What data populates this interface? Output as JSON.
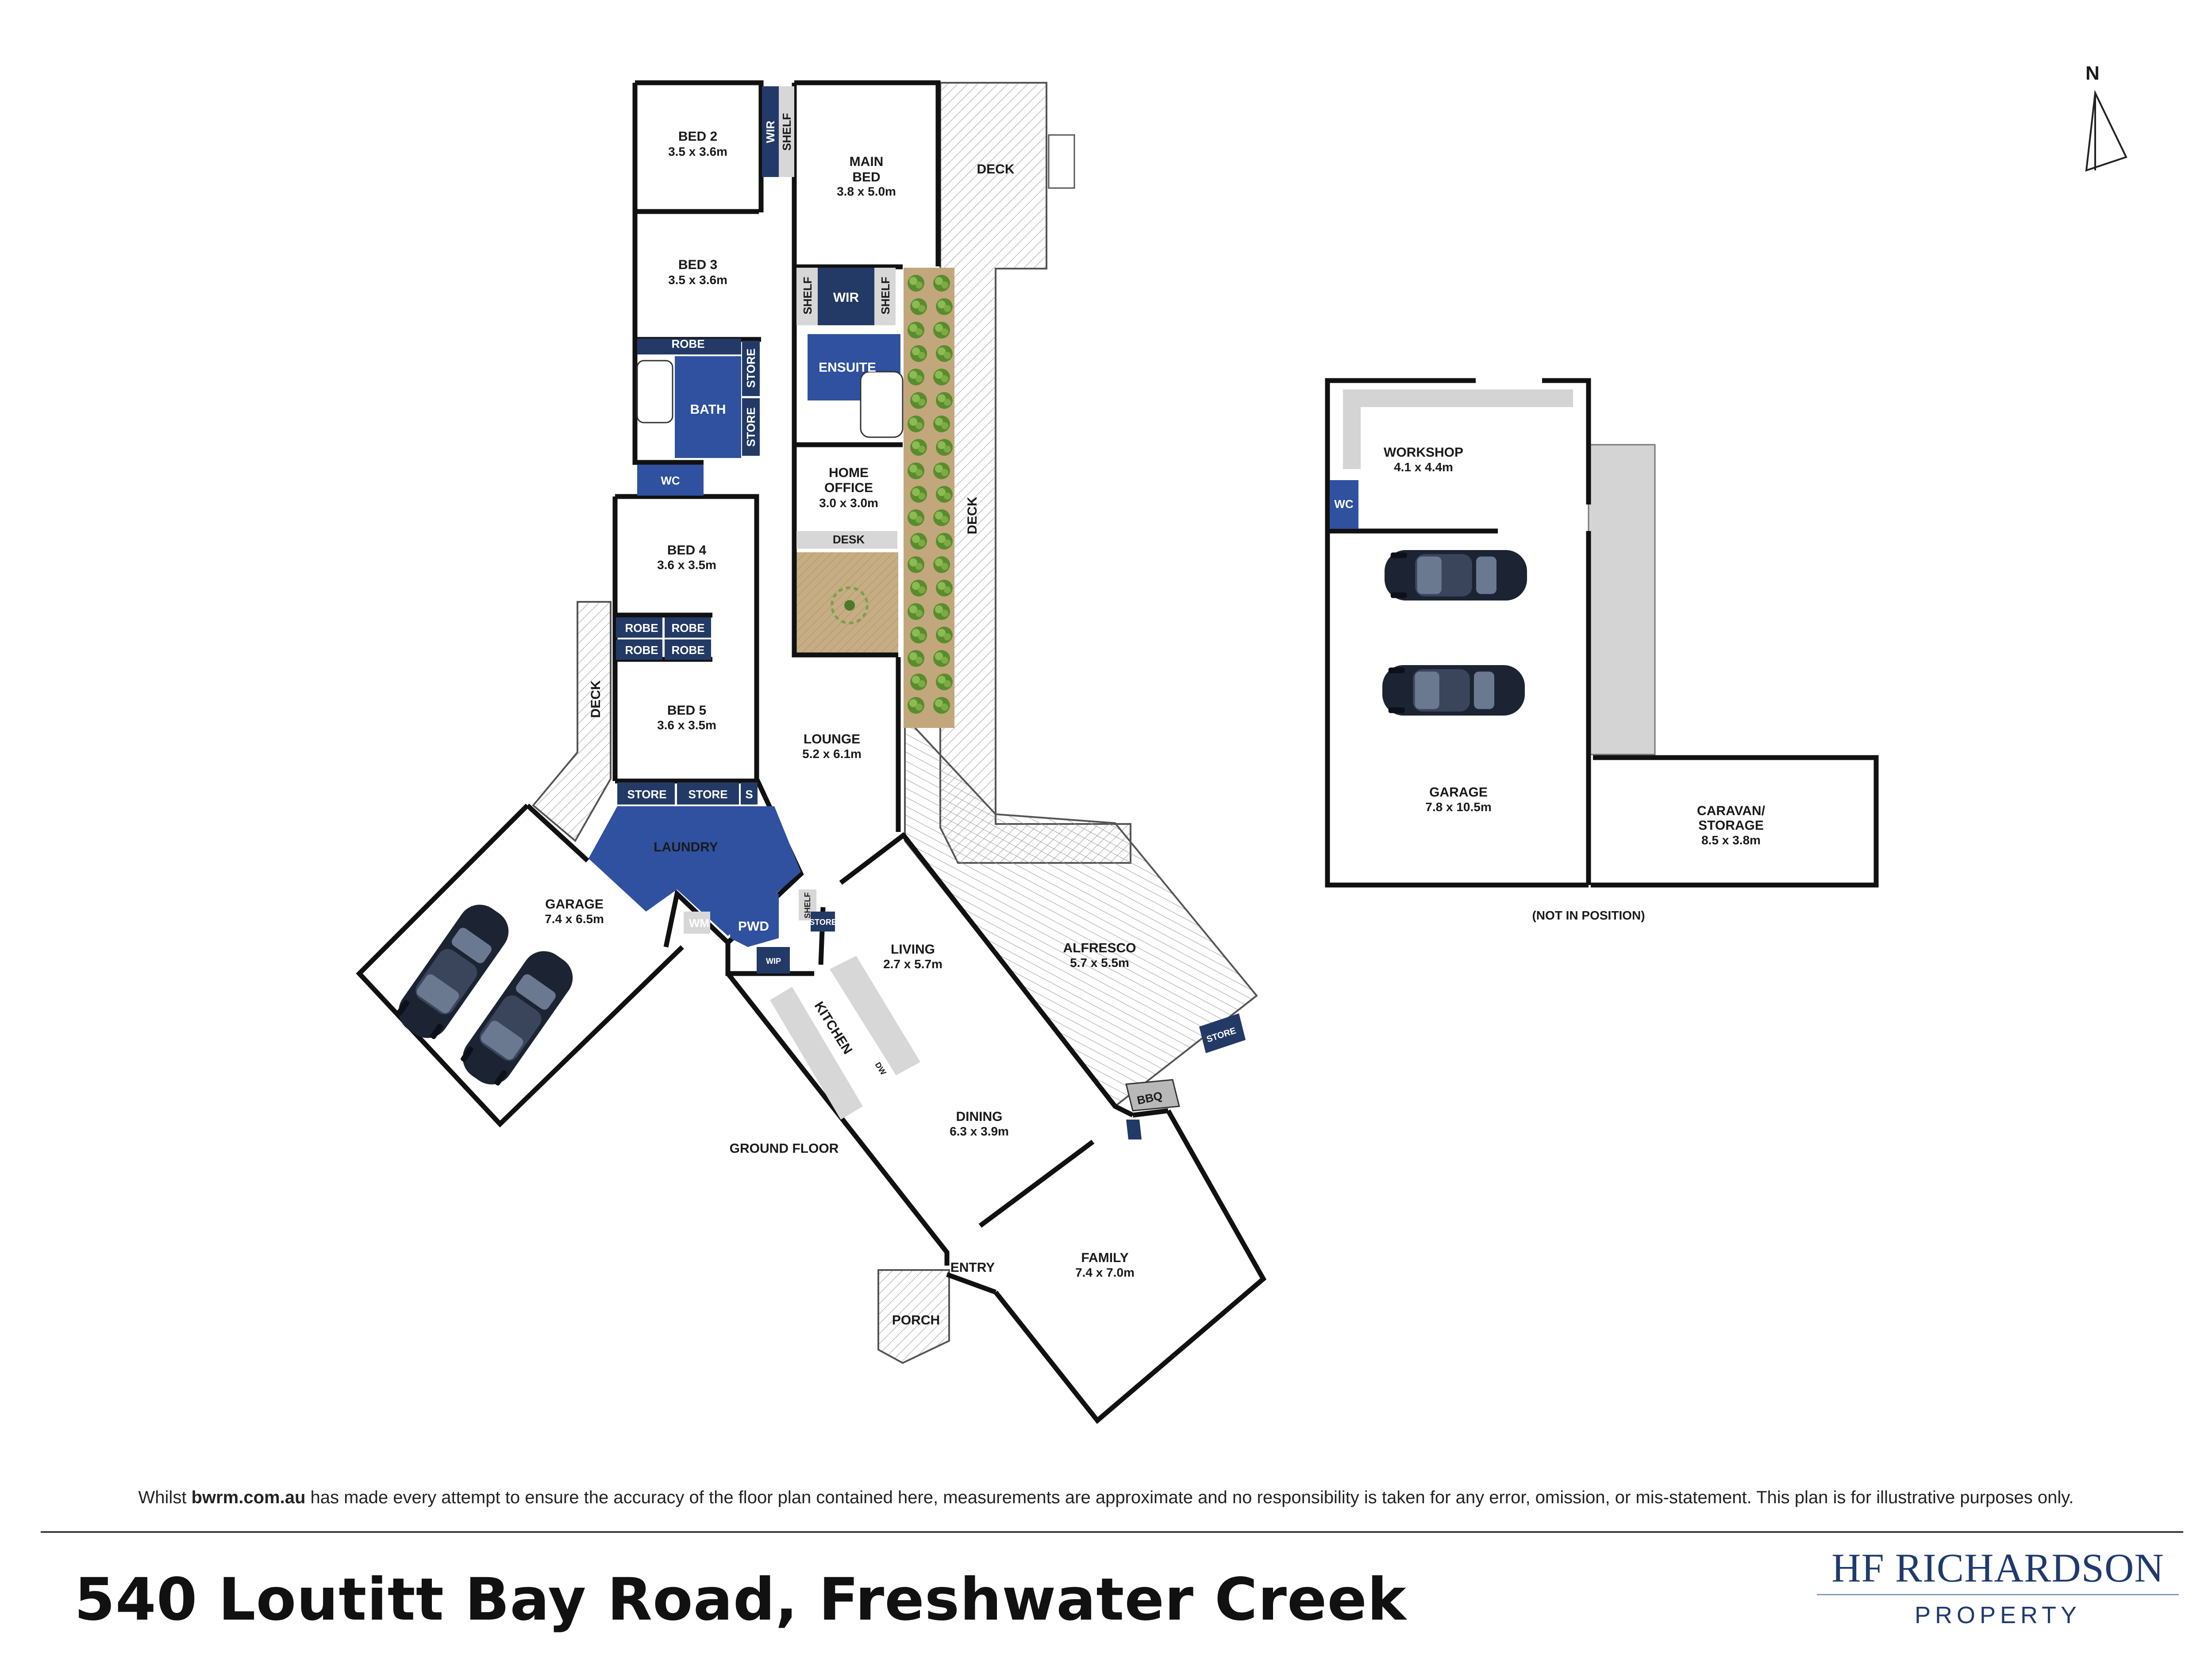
{
  "plan": {
    "floor_label": "GROUND FLOOR",
    "not_in_position": "(NOT IN POSITION)",
    "compass": "N",
    "colors": {
      "wall": "#111111",
      "wet_area": "#2d4e98",
      "robe": "#2a3a5a",
      "courtyard": "#c8b28a",
      "plant": "#6d9e3a"
    },
    "rooms": {
      "bed2": {
        "name": "BED 2",
        "dims": "3.5 x 3.6m"
      },
      "bed3": {
        "name": "BED 3",
        "dims": "3.5 x 3.6m"
      },
      "main_bed": {
        "name_line1": "MAIN",
        "name_line2": "BED",
        "dims": "3.8 x 5.0m"
      },
      "bed4": {
        "name": "BED 4",
        "dims": "3.6 x 3.5m"
      },
      "bed5": {
        "name": "BED 5",
        "dims": "3.6 x 3.5m"
      },
      "home_office": {
        "name_line1": "HOME",
        "name_line2": "OFFICE",
        "dims": "3.0 x 3.0m"
      },
      "lounge": {
        "name": "LOUNGE",
        "dims": "5.2 x 6.1m"
      },
      "garage_main": {
        "name": "GARAGE",
        "dims": "7.4 x 6.5m"
      },
      "living": {
        "name": "LIVING",
        "dims": "2.7 x 5.7m"
      },
      "alfresco": {
        "name": "ALFRESCO",
        "dims": "5.7 x 5.5m"
      },
      "dining": {
        "name": "DINING",
        "dims": "6.3 x 3.9m"
      },
      "family": {
        "name": "FAMILY",
        "dims": "7.4 x 7.0m"
      },
      "workshop": {
        "name": "WORKSHOP",
        "dims": "4.1 x 4.4m"
      },
      "garage_shed": {
        "name": "GARAGE",
        "dims": "7.8 x 10.5m"
      },
      "caravan": {
        "name_line1": "CARAVAN/",
        "name_line2": "STORAGE",
        "dims": "8.5 x 3.8m"
      }
    },
    "labels": {
      "wir": "WIR",
      "shelf": "SHELF",
      "robe": "ROBE",
      "store": "STORE",
      "bath": "BATH",
      "wc": "WC",
      "ensuite": "ENSUITE",
      "desk": "DESK",
      "deck": "DECK",
      "laundry": "LAUNDRY",
      "s": "S",
      "wm": "WM",
      "pwd": "PWD",
      "wip": "WIP",
      "kitchen": "KITCHEN",
      "dw": "DW",
      "bbq": "BBQ",
      "entry": "ENTRY",
      "porch": "PORCH"
    }
  },
  "footer": {
    "disclaimer_prefix": "Whilst ",
    "disclaimer_site": "bwrm.com.au",
    "disclaimer_suffix": " has made every attempt to ensure the accuracy of the floor plan contained here, measurements are approximate and no responsibility is taken for any error, omission, or mis-statement. This plan is for illustrative purposes only.",
    "address": "540 Loutitt Bay Road, Freshwater Creek",
    "logo_name": "HF RICHARDSON",
    "logo_sub": "PROPERTY"
  }
}
